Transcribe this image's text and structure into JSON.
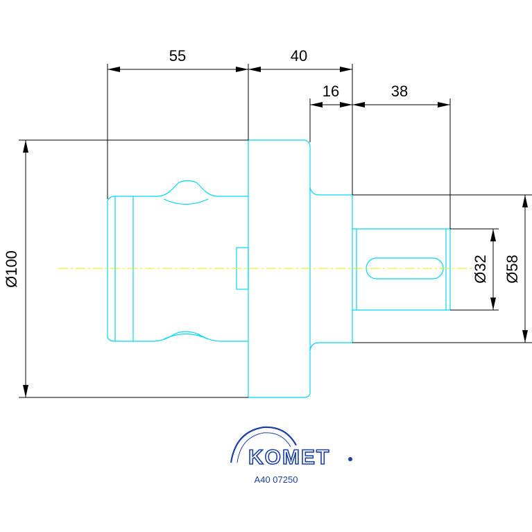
{
  "drawing": {
    "dimensions": {
      "length_body": "55",
      "length_flange": "40",
      "length_collar": "16",
      "length_shank": "38",
      "diameter_body": "Ø100",
      "diameter_collar": "Ø58",
      "diameter_shank": "Ø32"
    },
    "logo_text": "KOMET",
    "part_number": "A40 07250",
    "colors": {
      "outline": "#00d8f0",
      "dimension": "#000000",
      "centerline": "#e8e800",
      "logo": "#1a3fa6"
    }
  }
}
